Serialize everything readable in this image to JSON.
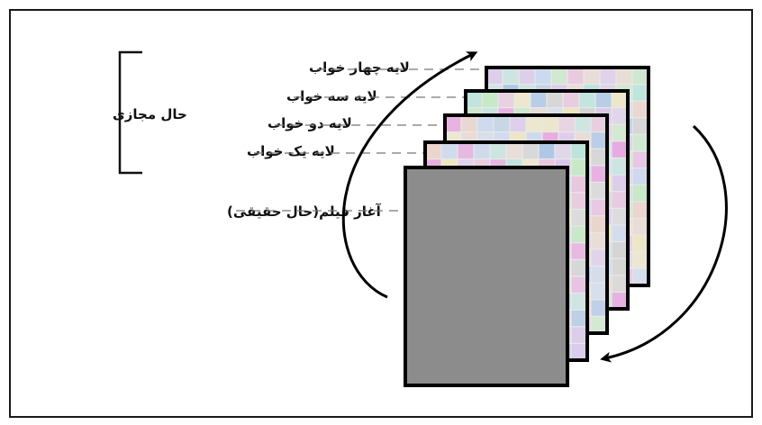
{
  "group_label": "حال مجازی",
  "layers": [
    {
      "label": "لایه چهار خواب"
    },
    {
      "label": "لایه سه خواب"
    },
    {
      "label": "لایه دو خواب"
    },
    {
      "label": "لایه یک خواب"
    }
  ],
  "base_label": "آغاز فیلم(حال حقیقی)",
  "colors": {
    "base_sheet": "#8c8c8c",
    "sheet_border": "#000000",
    "grid_background": "#e8e8e8",
    "tile_palette": [
      "#c9d6ef",
      "#b8e3dc",
      "#e8c4dc",
      "#efe6b8",
      "#d8c4ec",
      "#c4e8c4",
      "#ead3c9",
      "#d2d2d2",
      "#e6a8e0",
      "#a8c4e6"
    ]
  }
}
